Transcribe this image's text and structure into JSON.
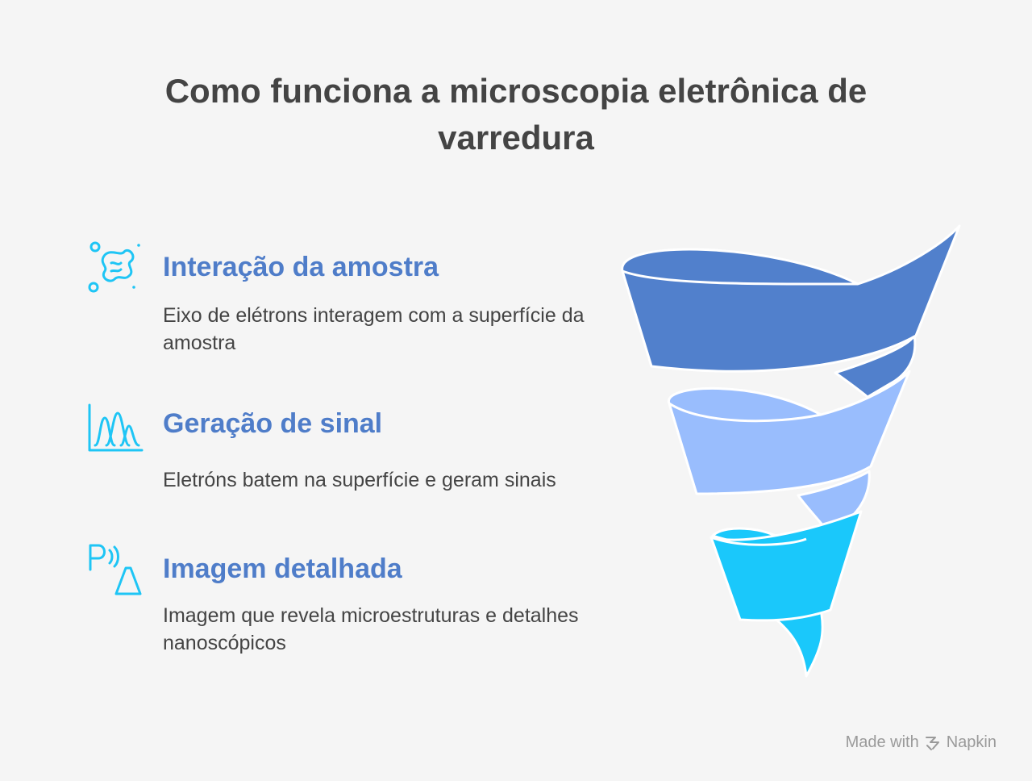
{
  "title": "Como funciona a microscopia eletrônica de varredura",
  "steps": [
    {
      "icon": "bacteria-icon",
      "title": "Interação da amostra",
      "description": "Eixo de elétrons interagem com a superfície da amostra"
    },
    {
      "icon": "signal-peaks-icon",
      "title": "Geração de sinal",
      "description": "Eletróns batem na superfície e geram sinais"
    },
    {
      "icon": "detector-beam-icon",
      "title": "Imagem detalhada",
      "description": "Imagem que revela microestruturas e detalhes nanoscópicos"
    }
  ],
  "colors": {
    "title": "#444444",
    "heading": "#4f7dc9",
    "icon": "#1ec5f5",
    "band_top": "#5180cc",
    "band_middle": "#99bdfd",
    "band_bottom": "#1ac8fb"
  },
  "footer": {
    "made_with": "Made with",
    "brand": "Napkin",
    "brand_icon": "napkin-logo-icon"
  }
}
